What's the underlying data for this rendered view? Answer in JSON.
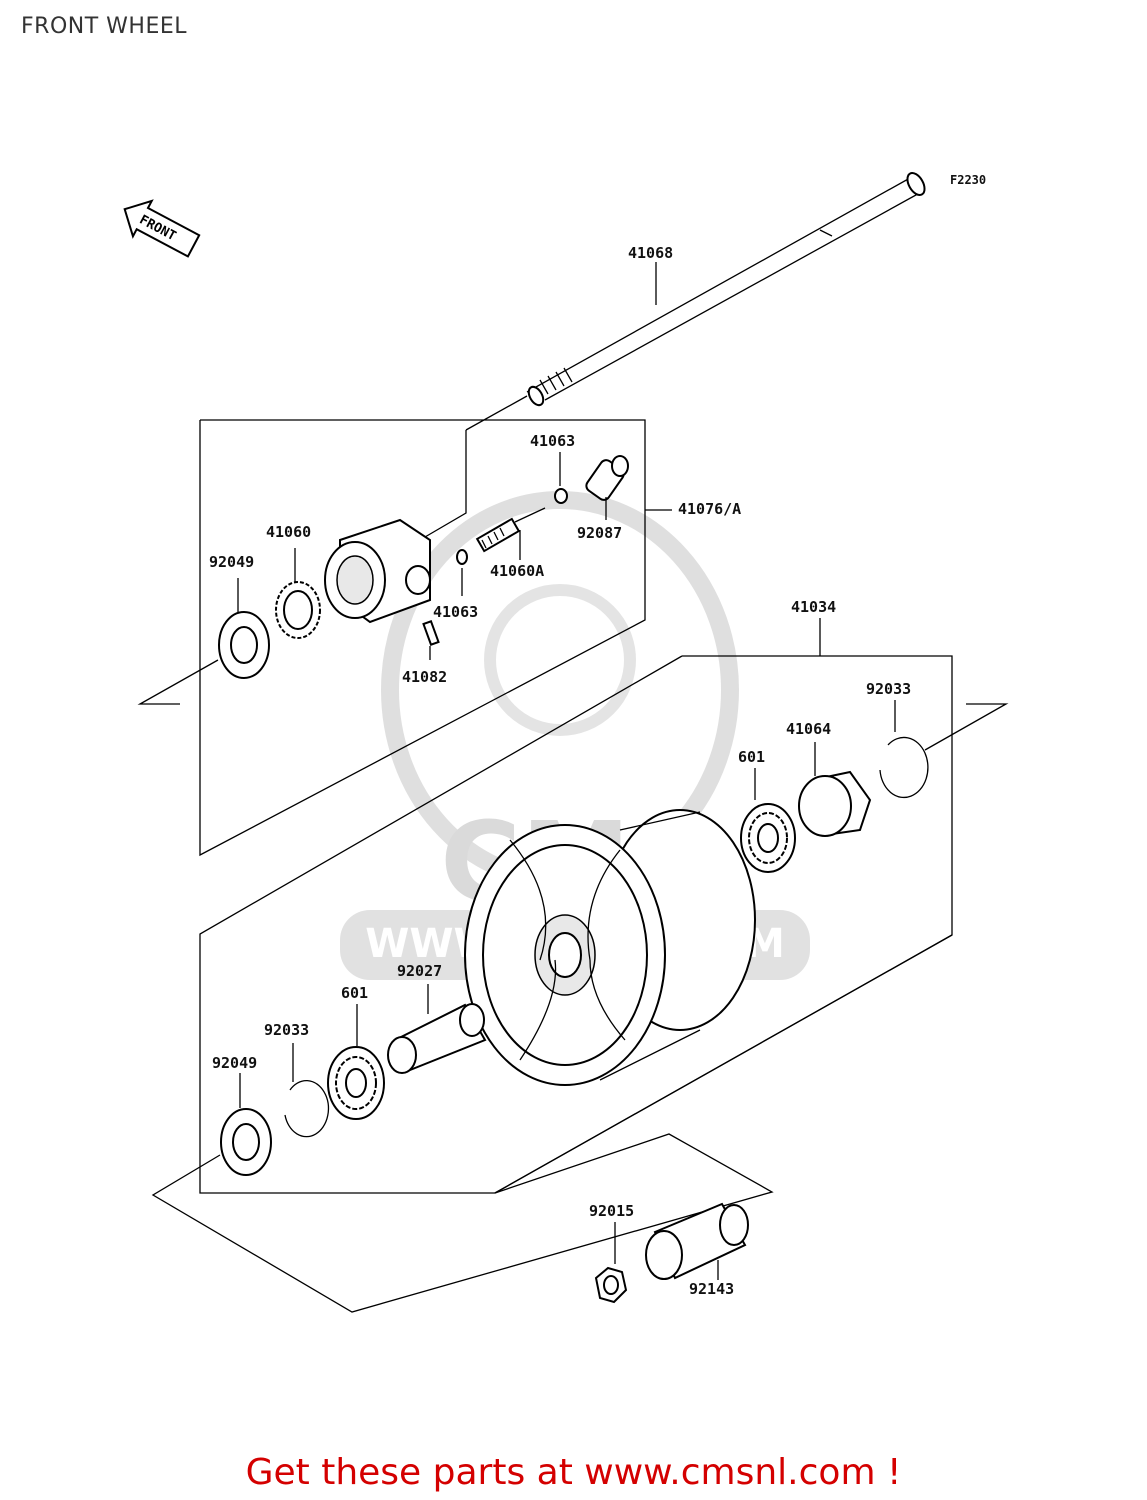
{
  "page": {
    "title": "FRONT WHEEL"
  },
  "diagram": {
    "figure_code": "F2230",
    "front_indicator": "FRONT",
    "labels": {
      "axle": "41068",
      "hub_gear_unit": "41076/A",
      "washer_top": "41063",
      "washer_bottom": "41063",
      "pinion": "41060A",
      "gear_housing_cap": "92087",
      "gear_ring": "41060",
      "oil_seal_left_top": "92049",
      "pin": "41082",
      "hub_assembly": "41034",
      "circlip_right": "92033",
      "hub_coupling": "41064",
      "bearing_right": "601",
      "collar": "92027",
      "bearing_left": "601",
      "circlip_left": "92033",
      "oil_seal_left_bottom": "92049",
      "nut": "92015",
      "spacer": "92143"
    }
  },
  "watermark": {
    "brand": "CMS",
    "url": "WWW.CMSNL.COM"
  },
  "cta": {
    "text": "Get these parts at www.cmsnl.com !"
  },
  "colors": {
    "cta": "#d40000",
    "line": "#000000",
    "watermark": "#d8d8d8"
  }
}
